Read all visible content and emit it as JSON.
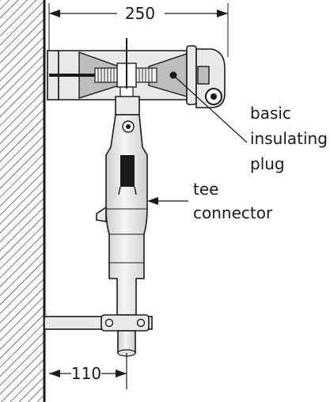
{
  "dimensions": {
    "width_label": "250",
    "offset_label": "110"
  },
  "labels": {
    "plug_line1": "basic",
    "plug_line2": "insulating",
    "plug_line3": "plug",
    "tee_line1": "tee",
    "tee_line2": "connector"
  }
}
